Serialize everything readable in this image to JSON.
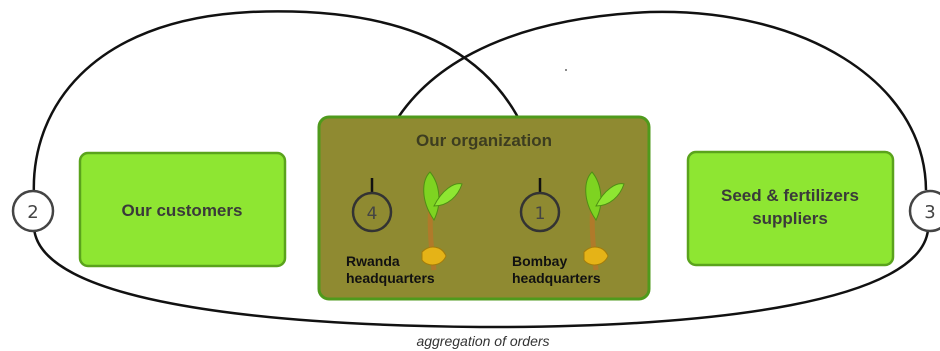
{
  "boxes": {
    "customers": {
      "label": "Our customers",
      "fill": "#8ee632"
    },
    "organization": {
      "label": "Our organization",
      "fill": "#8f8a31"
    },
    "suppliers": {
      "label_lines": [
        "Seed & fertilizers",
        "suppliers"
      ],
      "fill": "#8ee632"
    }
  },
  "headquarters": {
    "rwanda": {
      "number": "4",
      "lines": [
        "Rwanda",
        "headquarters"
      ]
    },
    "bombay": {
      "number": "1",
      "lines": [
        "Bombay",
        "headquarters"
      ]
    }
  },
  "flow_nodes": {
    "left": "2",
    "right": "3"
  },
  "caption": "aggregation of orders",
  "icons": {
    "sprout": "sprout-icon"
  },
  "colors": {
    "box_border": "#5aa31c",
    "org_border": "#4f9a1c",
    "line": "#111111",
    "leaf": "#7ed321",
    "stem": "#b07a2a",
    "seed": "#e5b317"
  }
}
